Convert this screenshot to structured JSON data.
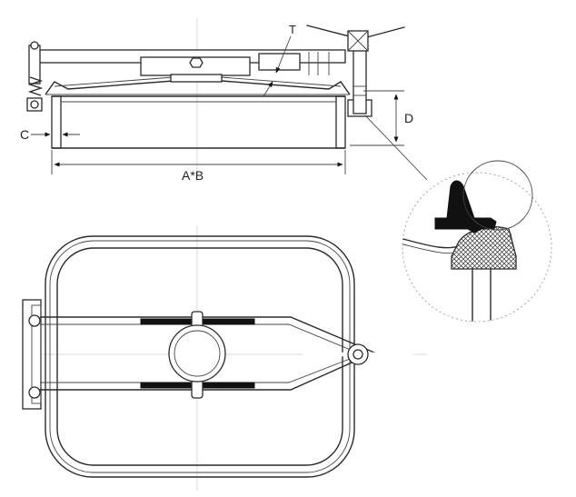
{
  "labels": {
    "thickness": "T",
    "depth": "D",
    "collar_wall": "C",
    "opening_size": "A*B"
  },
  "colors": {
    "line": "#2a2a2a",
    "gasket": "#111111",
    "centerline": "#cfcfcf",
    "detail_circle": "#9a9a9a"
  }
}
